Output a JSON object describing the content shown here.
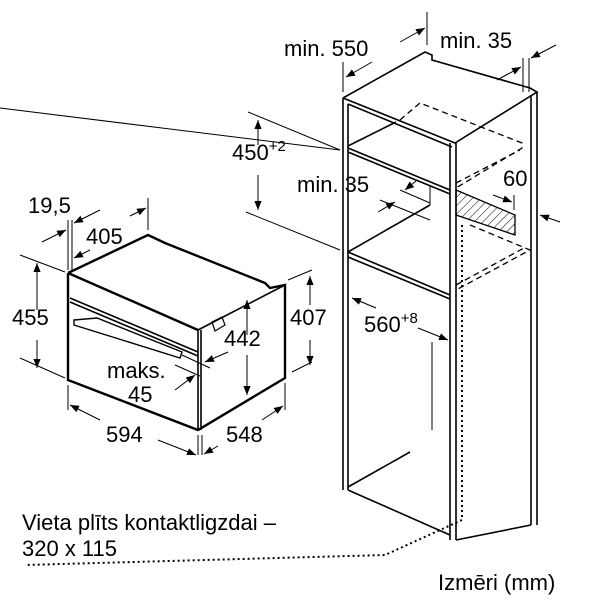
{
  "niche": {
    "depth": "min. 550",
    "back_gap": "min. 35",
    "height_main": "450",
    "height_tol": "+2",
    "front_gap": "min. 35",
    "vent": "60",
    "width_main": "560",
    "width_tol": "+8"
  },
  "appliance": {
    "panel_depth": "19,5",
    "top_depth": "405",
    "front_height": "455",
    "body_height": "442",
    "side_height": "407",
    "handle_label": "maks.",
    "handle_value": "45",
    "width": "594",
    "depth": "548"
  },
  "caption": {
    "line1": "Vieta plīts kontaktligzdai –",
    "line2": "320 x 115"
  },
  "units_label": "Izmēri (mm)"
}
